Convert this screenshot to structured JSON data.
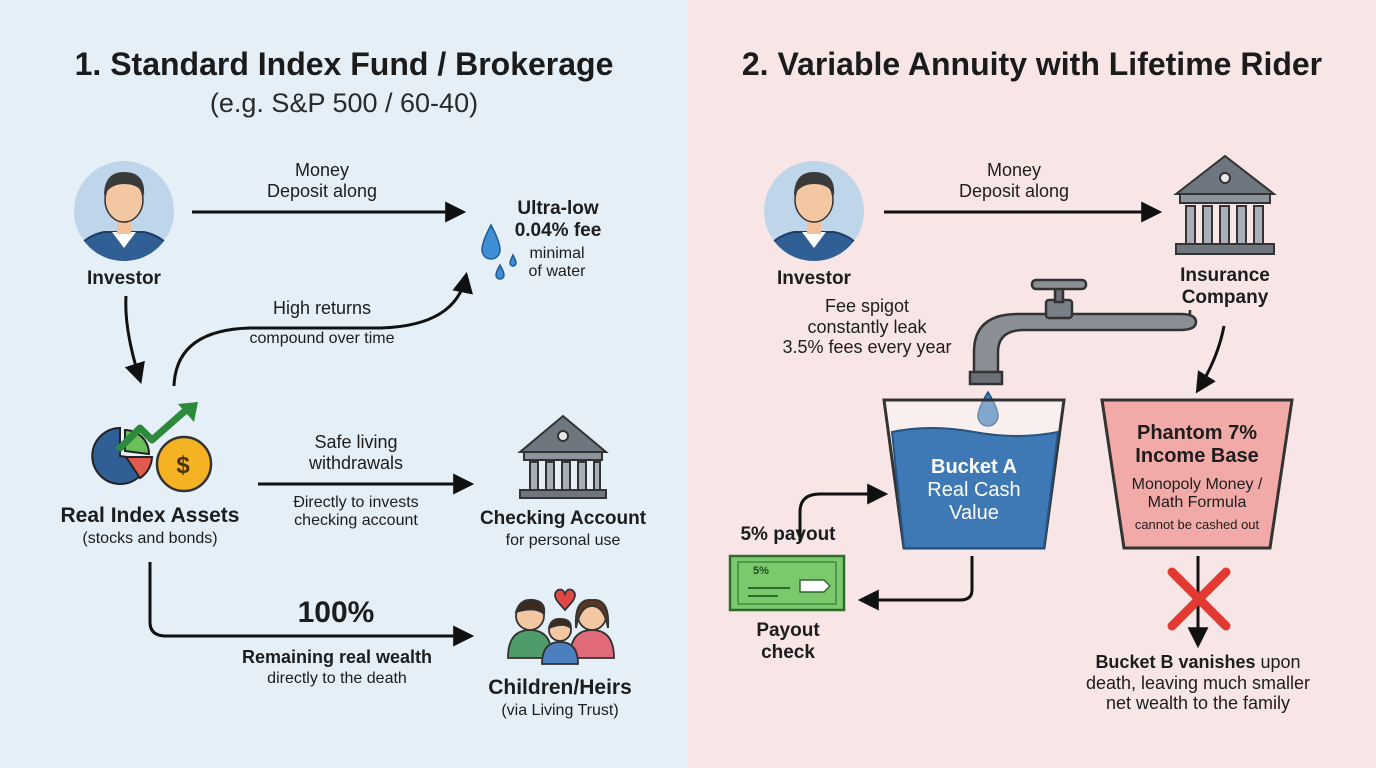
{
  "left": {
    "title": "1. Standard Index Fund / Brokerage",
    "subtitle": "(e.g. S&P 500 / 60-40)",
    "investor_label": "Investor",
    "deposit_label_1": "Money",
    "deposit_label_2": "Deposit along",
    "fee_title_1": "Ultra-low",
    "fee_title_2": "0.04% fee",
    "fee_note_1": "minimal",
    "fee_note_2": "of water",
    "returns_label": "High returns",
    "returns_note": "compound over time",
    "assets_label": "Real Index Assets",
    "assets_note": "(stocks and bonds)",
    "withdraw_label_1": "Safe living",
    "withdraw_label_2": "withdrawals",
    "withdraw_note_1": "Ðirectly to invests",
    "withdraw_note_2": "checking account",
    "checking_label": "Checking Account",
    "checking_note": "for personal use",
    "percent_label": "100%",
    "remaining_label": "Remaining real wealth",
    "remaining_note": "directly to the death",
    "heirs_label": "Children/Heirs",
    "heirs_note": "(via Living Trust)",
    "dollar_symbol": "$"
  },
  "right": {
    "title": "2. Variable Annuity with Lifetime Rider",
    "investor_label": "Investor",
    "deposit_label_1": "Money",
    "deposit_label_2": "Deposit along",
    "insurance_label_1": "Insurance",
    "insurance_label_2": "Company",
    "spigot_1": "Fee spigot",
    "spigot_2": "constantly leak",
    "spigot_3": "3.5% fees every year",
    "bucket_a_1": "Bucket A",
    "bucket_a_2": "Real Cash",
    "bucket_a_3": "Value",
    "phantom_1": "Phantom 7%",
    "phantom_2": "Income Base",
    "phantom_3": "Monopoly Money /",
    "phantom_4": "Math Formula",
    "phantom_5": "cannot be cashed out",
    "payout_label": "5% payout",
    "check_text": "5%",
    "payout_check_1": "Payout",
    "payout_check_2": "check",
    "vanish_bold": "Bucket B vanishes",
    "vanish_rest": " upon",
    "vanish_2": "death, leaving much smaller",
    "vanish_3": "net wealth to the family"
  },
  "colors": {
    "left_bg": "#e4eff8",
    "right_bg": "#f8e6e6",
    "water_blue": "#3f79b5",
    "phantom_pink": "#f1aaa8",
    "cross_red": "#e23a33",
    "check_green": "#7cc96d",
    "coin_yellow": "#f5b324"
  }
}
